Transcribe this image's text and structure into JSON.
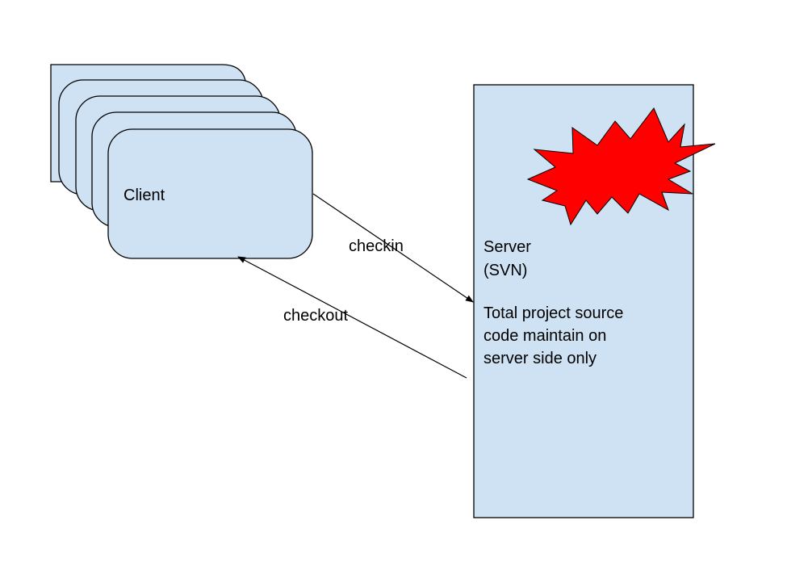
{
  "diagram": {
    "client": {
      "label": "Client",
      "stack_count": 5
    },
    "server": {
      "title_line1": "Server",
      "title_line2": "(SVN)",
      "desc_line1": "Total project source",
      "desc_line2": "code maintain on",
      "desc_line3": "server side only"
    },
    "arrows": {
      "checkin": "checkin",
      "checkout": "checkout"
    },
    "alert_shape": "explosion-burst",
    "colors": {
      "box_fill": "#cfe2f3",
      "stroke": "#000000",
      "burst": "#ff0000"
    }
  }
}
